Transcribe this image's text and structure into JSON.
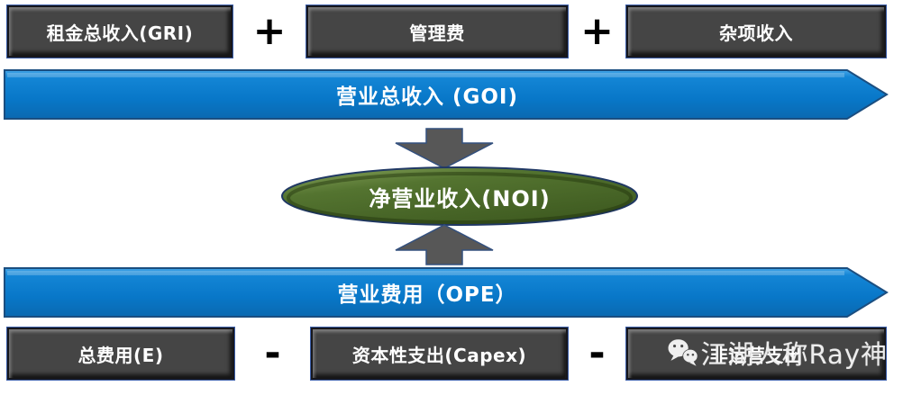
{
  "diagram": {
    "top_row": {
      "boxes": [
        {
          "label": "租金总收入(GRI)"
        },
        {
          "label": "管理费"
        },
        {
          "label": "杂项收入"
        }
      ],
      "operators": [
        "+",
        "+"
      ]
    },
    "goi_bar": {
      "label": "营业总收入 (GOI)"
    },
    "noi_ellipse": {
      "label": "净营业收入(NOI)"
    },
    "ope_bar": {
      "label": "营业费用（OPE）"
    },
    "bottom_row": {
      "boxes": [
        {
          "label": "总费用(E)"
        },
        {
          "label": "资本性支出(Capex)"
        },
        {
          "label": "非运营支出"
        }
      ],
      "operators": [
        "-",
        "-"
      ]
    },
    "watermark": {
      "text": "江湖人称Ray神",
      "icon": "wechat-icon"
    },
    "colors": {
      "bar_blue": "#0878ca",
      "bar_blue_light": "#3fa0e6",
      "bar_blue_dark": "#0a69b0",
      "bar_outline": "#1b4e80",
      "box_gray": "#454545",
      "arrow_gray": "#575757",
      "arrow_outline": "#33507e",
      "ellipse_green": "#4c6b2c",
      "ellipse_green_light": "#8aa65e",
      "ellipse_outline": "#203864",
      "operator_black": "#000000",
      "text_white": "#ffffff"
    }
  }
}
